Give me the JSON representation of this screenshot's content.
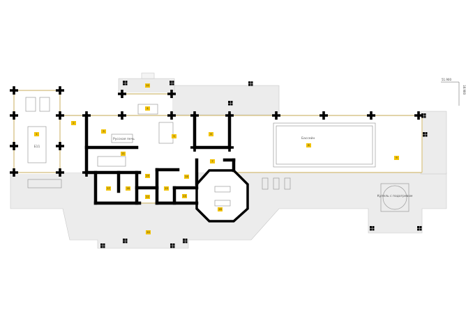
{
  "plan": {
    "dimensions": {
      "width": "51.900",
      "height": "18.900"
    },
    "labels": {
      "stove": "Русская печь",
      "pool": "Бассейн",
      "hot_tub": "Купель с подогревом",
      "billiard": "Б11"
    },
    "rooms": [
      {
        "number": "1"
      },
      {
        "number": "2"
      },
      {
        "number": "3"
      },
      {
        "number": "4"
      },
      {
        "number": "5"
      },
      {
        "number": "6"
      },
      {
        "number": "7"
      },
      {
        "number": "8"
      },
      {
        "number": "9"
      },
      {
        "number": "10"
      },
      {
        "number": "11"
      },
      {
        "number": "12"
      },
      {
        "number": "13"
      },
      {
        "number": "14"
      },
      {
        "number": "15"
      },
      {
        "number": "16"
      },
      {
        "number": "17"
      },
      {
        "number": "18"
      },
      {
        "number": "19"
      },
      {
        "number": "20"
      }
    ],
    "colors": {
      "terrace": "#ececec",
      "wall": "#000000",
      "glazing": "#d9c58c",
      "room_tag": "#f2c200"
    }
  }
}
